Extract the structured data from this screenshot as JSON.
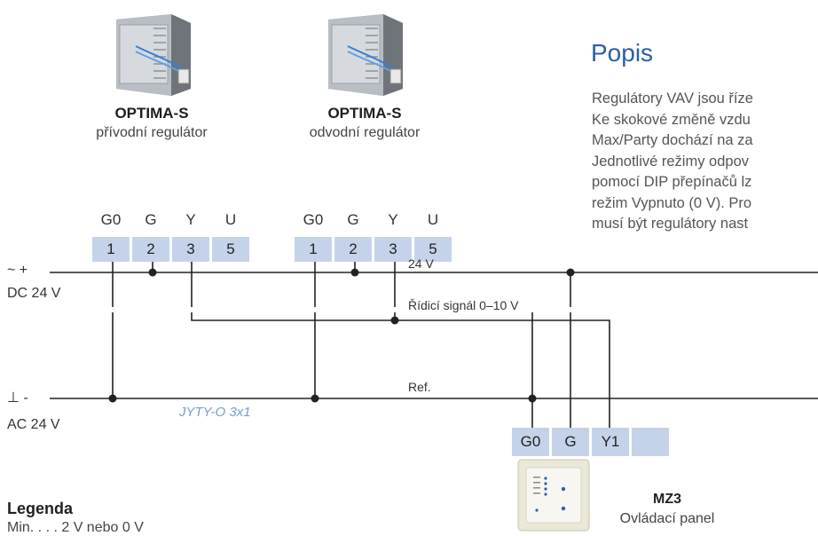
{
  "devices": [
    {
      "name": "OPTIMA-S",
      "subtitle": "přívodní regulátor",
      "pins": [
        "G0",
        "G",
        "Y",
        "U"
      ],
      "terminals": [
        "1",
        "2",
        "3",
        "5"
      ]
    },
    {
      "name": "OPTIMA-S",
      "subtitle": "odvodní regulátor",
      "pins": [
        "G0",
        "G",
        "Y",
        "U"
      ],
      "terminals": [
        "1",
        "2",
        "3",
        "5"
      ]
    }
  ],
  "bus": {
    "dc_label": "DC 24 V",
    "ac_label": "AC 24 V",
    "plus_symbol": "~ +",
    "minus_symbol": "⊥ -",
    "signal_label": "Řídicí signál 0–10 V",
    "supply_label": "24 V",
    "ref_label": "Ref.",
    "cable_label": "JYTY-O 3x1"
  },
  "panel": {
    "terminals": [
      "G0",
      "G",
      "Y1",
      ""
    ],
    "name": "MZ3",
    "subtitle": "Ovládací panel"
  },
  "description": {
    "heading": "Popis",
    "lines": [
      "Regulátory VAV jsou říze",
      "Ke skokové změně vzdu",
      "Max/Party dochází na za",
      "Jednotlivé režimy odpov",
      "pomocí DIP přepínačů lz",
      "režim Vypnuto (0 V). Pro",
      "musí být regulátory nast"
    ]
  },
  "legend": {
    "title": "Legenda",
    "row": "Min. . . . 2 V nebo 0 V"
  },
  "colors": {
    "terminal_fill": "#c5d3ea",
    "heading": "#2a5ea8",
    "cable_label": "#7a9cd4",
    "wire": "#222222"
  }
}
